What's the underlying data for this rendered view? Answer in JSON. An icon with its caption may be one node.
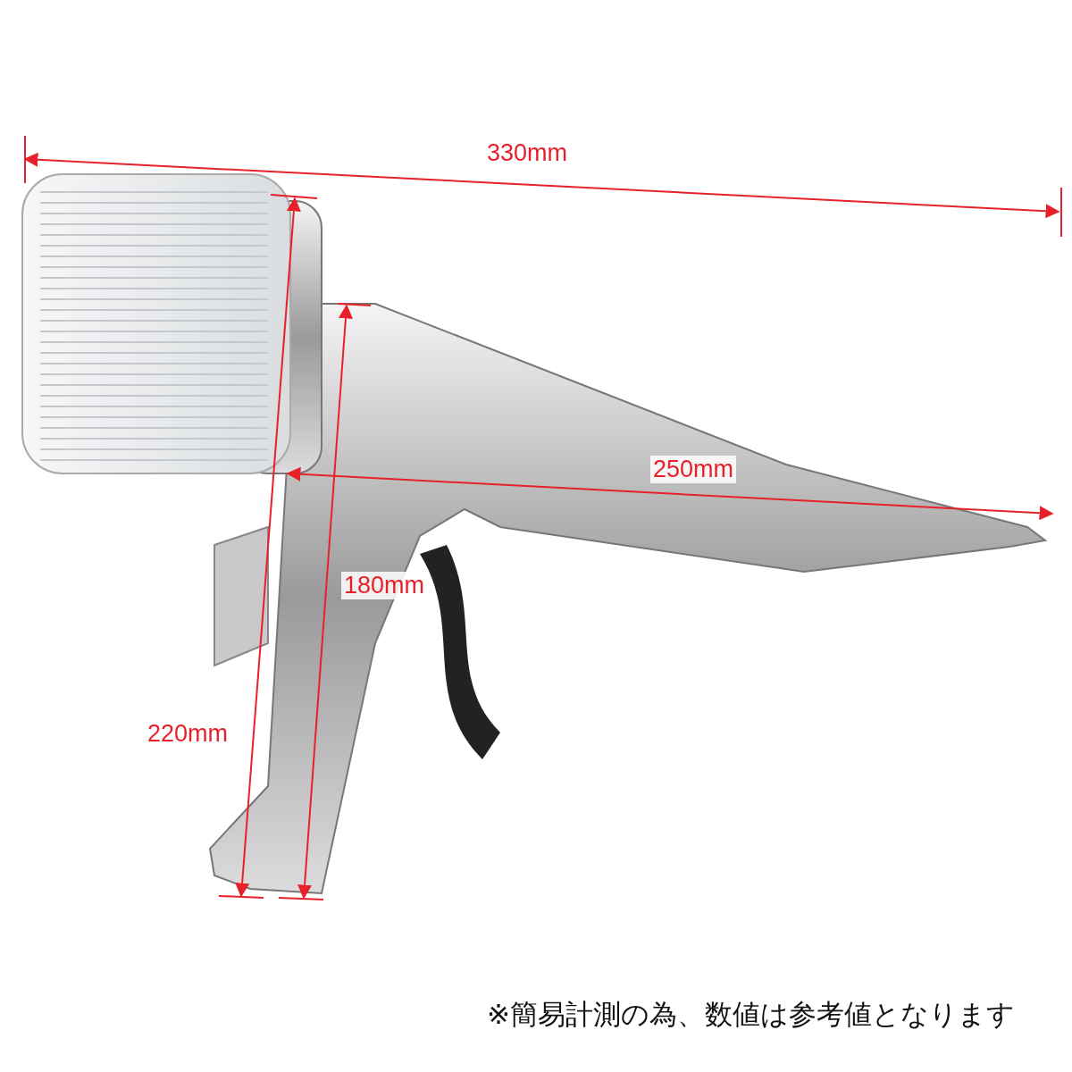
{
  "diagram": {
    "labels": [
      "330mm",
      "250mm",
      "180mm",
      "220mm",
      "※簡易計測の為、数値は参考値となります"
    ]
  }
}
